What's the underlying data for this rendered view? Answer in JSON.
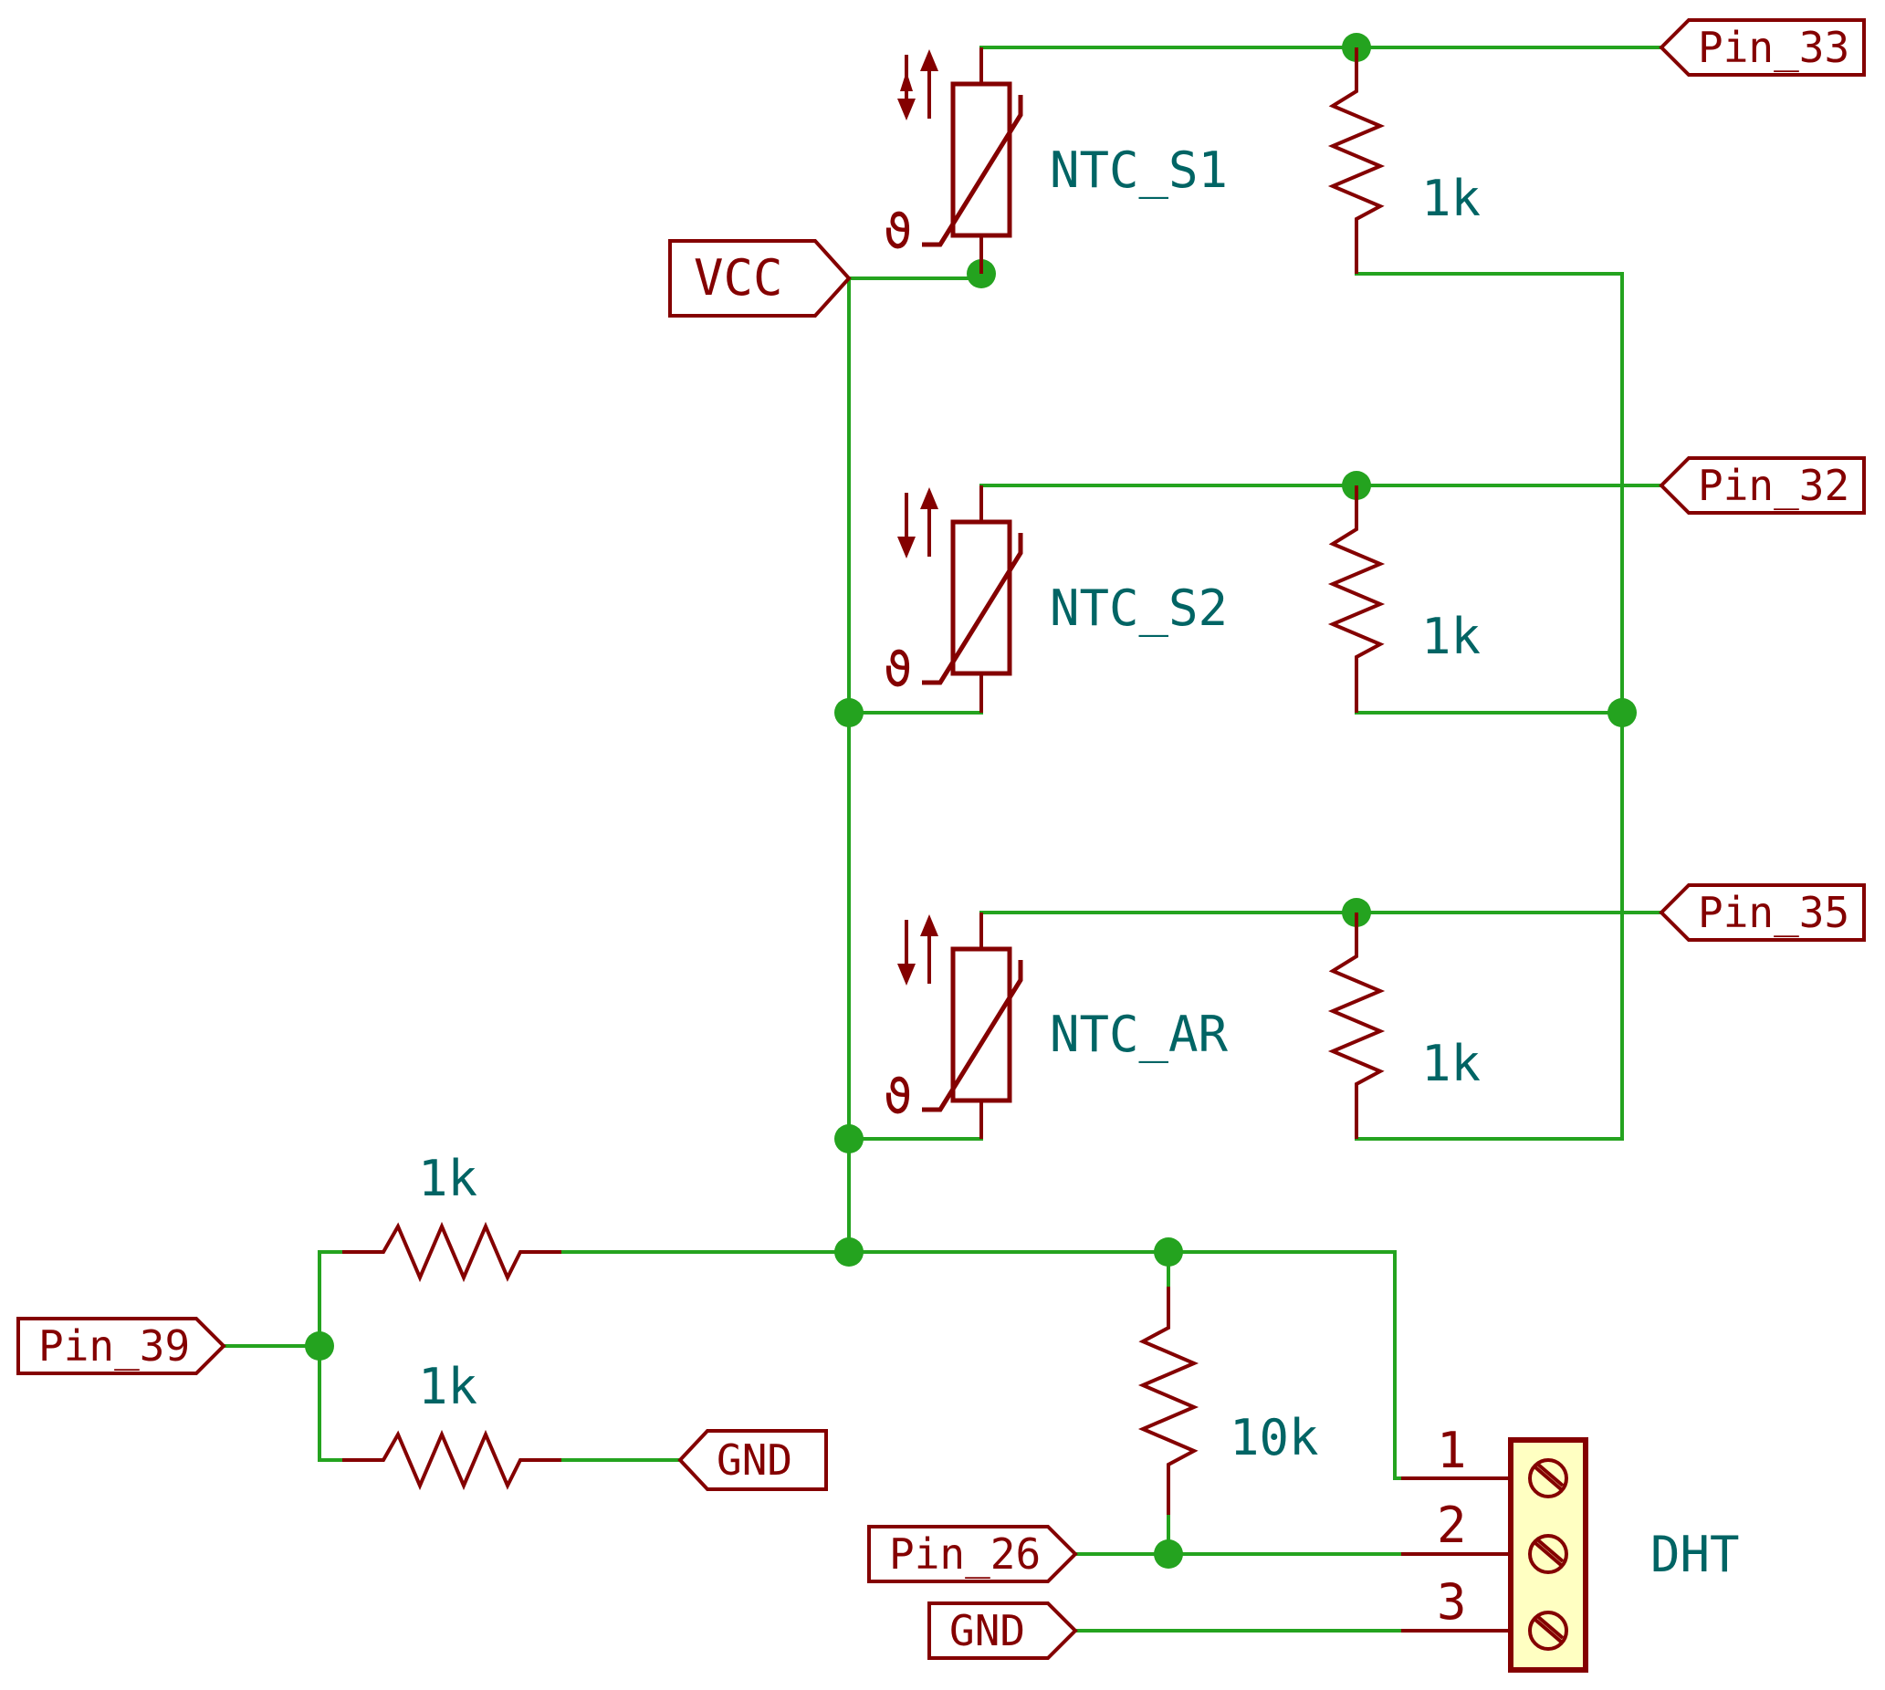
{
  "labels": {
    "vcc": "VCC",
    "pin33": "Pin_33",
    "pin32": "Pin_32",
    "pin35": "Pin_35",
    "pin39": "Pin_39",
    "pin26": "Pin_26",
    "gnd1": "GND",
    "gnd2": "GND"
  },
  "thermistors": {
    "s1": {
      "ref": "NTC_S1",
      "mark": "ϑ"
    },
    "s2": {
      "ref": "NTC_S2",
      "mark": "ϑ"
    },
    "ar": {
      "ref": "NTC_AR",
      "mark": "ϑ"
    }
  },
  "resistors": {
    "r_s1": "1k",
    "r_s2": "1k",
    "r_ar": "1k",
    "r_top_left": "1k",
    "r_bottom_left": "1k",
    "r_pullup": "10k"
  },
  "connector": {
    "ref": "DHT",
    "pins": [
      "1",
      "2",
      "3"
    ]
  },
  "colors": {
    "wire": "#24a31f",
    "component": "#840000",
    "value_text": "#006464",
    "connector_fill": "#ffffc2"
  }
}
